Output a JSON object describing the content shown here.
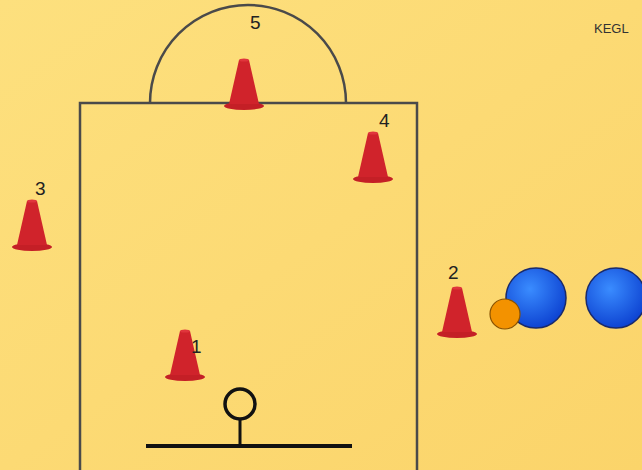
{
  "diagram": {
    "labels": [
      "KEGL",
      "5",
      "4",
      "3",
      "2",
      "1"
    ]
  }
}
